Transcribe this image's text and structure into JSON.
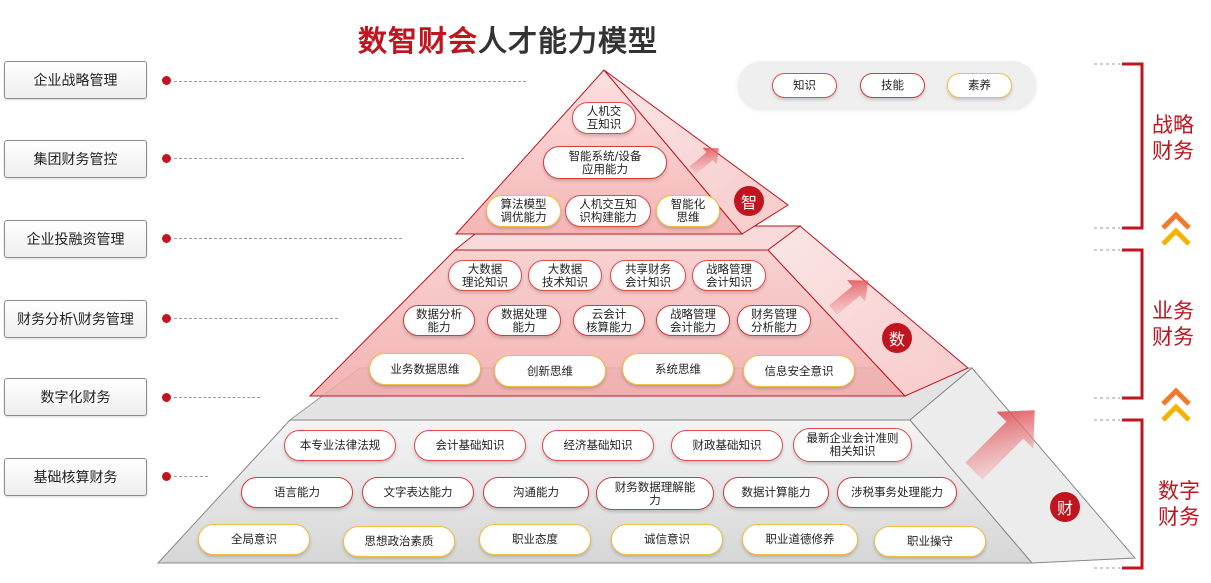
{
  "title": {
    "part1": "数智财会",
    "part2": "人才能力模型"
  },
  "left_levels": [
    "企业战略管理",
    "集团财务管控",
    "企业投融资管理",
    "财务分析\\财务管理",
    "数字化财务",
    "基础核算财务"
  ],
  "legend": {
    "knowledge": "知识",
    "skill": "技能",
    "quality": "素养"
  },
  "colors": {
    "accent": "#c0151f",
    "knowledge_border": "#e14b4b",
    "quality_border": "#f0c040",
    "arrow_yellow": "#f5b400",
    "arrow_orange": "#f07a2a"
  },
  "tiers": {
    "top": {
      "badge": "智",
      "rows": [
        [
          "人机交\n互知识"
        ],
        [
          "智能系统/设备\n应用能力"
        ],
        [
          "算法模型\n调优能力",
          "人机交互知\n识构建能力",
          "智能化\n思维"
        ]
      ]
    },
    "middle": {
      "badge": "数",
      "rows": [
        [
          "大数据\n理论知识",
          "大数据\n技术知识",
          "共享财务\n会计知识",
          "战略管理\n会计知识"
        ],
        [
          "数据分析\n能力",
          "数据处理\n能力",
          "云会计\n核算能力",
          "战略管理\n会计能力",
          "财务管理\n分析能力"
        ],
        [
          "业务数据思维",
          "创新思维",
          "系统思维",
          "信息安全意识"
        ]
      ]
    },
    "bottom": {
      "badge": "财",
      "rows": [
        [
          "本专业法律法规",
          "会计基础知识",
          "经济基础知识",
          "财政基础知识",
          "最新企业会计准则\n相关知识"
        ],
        [
          "语言能力",
          "文字表达能力",
          "沟通能力",
          "财务数据理解能\n力",
          "数据计算能力",
          "涉税事务处理能力"
        ],
        [
          "全局意识",
          "思想政治素质",
          "职业态度",
          "诚信意识",
          "职业道德修养",
          "职业操守"
        ]
      ]
    }
  },
  "right_groups": [
    "战略\n财务",
    "业务\n财务",
    "数字\n财务"
  ]
}
